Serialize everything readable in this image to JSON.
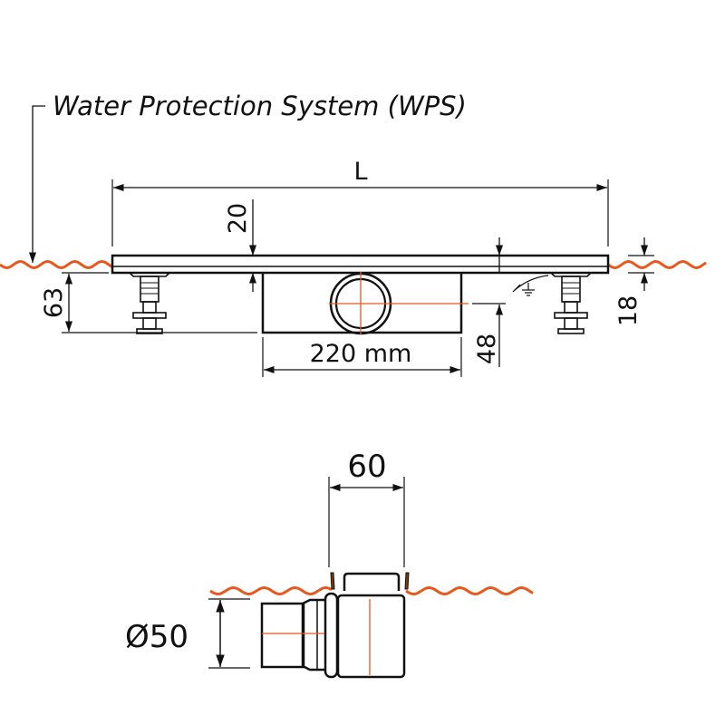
{
  "title": "Water Protection System (WPS)",
  "dimensions": {
    "length": "L",
    "top_height": "20",
    "total_height": "63",
    "outlet_height": "48",
    "frame_height": "18",
    "channel_width": "220 mm",
    "outlet_width": "60",
    "pipe_diameter": "Ø50"
  },
  "colors": {
    "membrane": "#e8581c",
    "line": "#111111"
  }
}
